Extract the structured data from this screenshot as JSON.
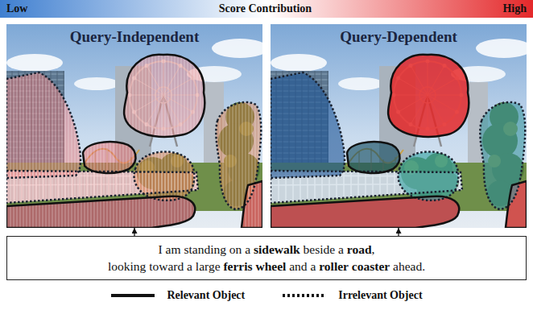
{
  "diagram": {
    "nodes": [
      {
        "text": [
          "Query-Independent"
        ]
      },
      {
        "text": [
          "Query-Dependent"
        ]
      },
      {
        "text": [
          "I am standing on a sidewalk beside a road, looking toward a large ferris wheel and a roller coaster ahead."
        ]
      }
    ],
    "edges": [
      {
        "from": 2,
        "to": 0,
        "arrow": "to"
      },
      {
        "from": 2,
        "to": 1,
        "arrow": "to"
      }
    ],
    "labels": [
      "Low",
      "Score Contribution",
      "High"
    ],
    "legend": [
      {
        "text": "Relevant Object"
      },
      {
        "text": "Irrelevant Object"
      }
    ]
  }
}
